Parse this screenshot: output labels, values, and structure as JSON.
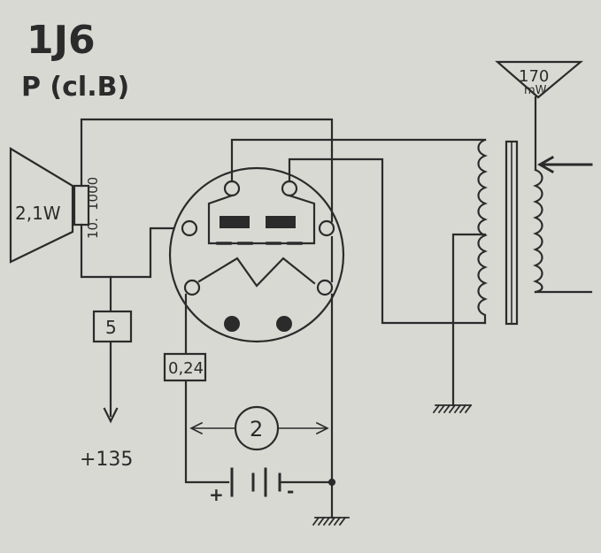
{
  "title": {
    "tube": "1J6",
    "class": "P (cl.B)"
  },
  "speaker": {
    "power": "2,1W",
    "resistance_top": "1000",
    "resistance_bottom": "10."
  },
  "components": {
    "resistor_5": "5",
    "resistor_024": "0,24",
    "circle_2": "2"
  },
  "voltage": "+135",
  "input_power": {
    "value": "170",
    "unit": "mW"
  },
  "battery": {
    "plus": "+",
    "minus": "-"
  },
  "colors": {
    "background": "#d9d9d4",
    "ink": "#2b2b2b"
  }
}
